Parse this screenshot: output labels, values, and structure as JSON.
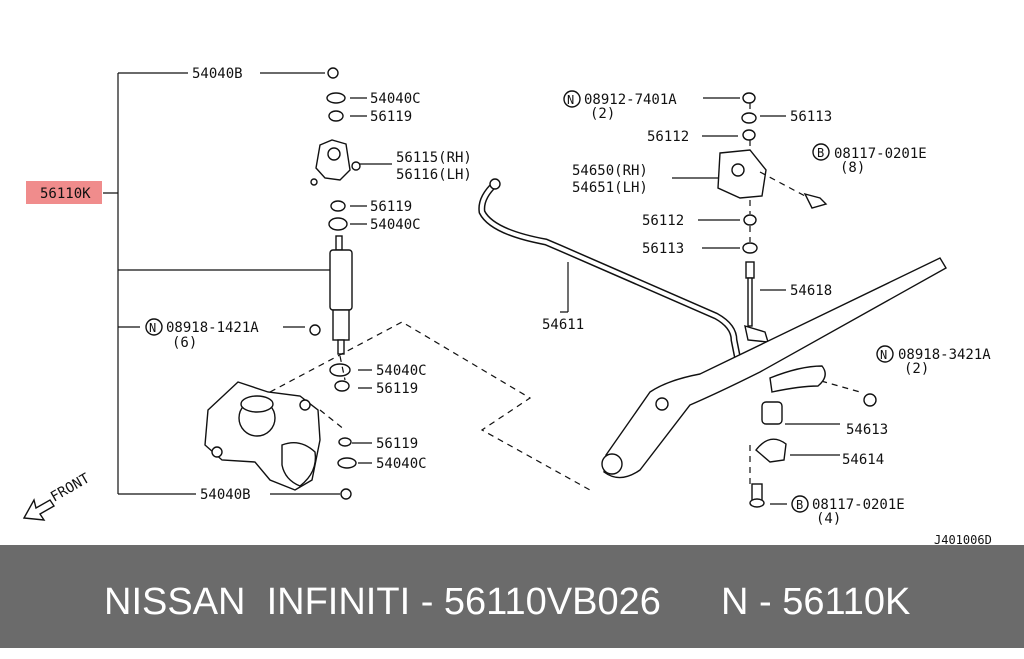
{
  "diagram": {
    "code": "J401006D",
    "front_label": "FRONT",
    "highlight_color": "#f08c8c",
    "callouts": {
      "p56110k": "56110K",
      "p54040b_top": "54040B",
      "p54040c_1": "54040C",
      "p56119_1": "56119",
      "p56115": "56115(RH)",
      "p56116": "56116(LH)",
      "p56119_2": "56119",
      "p54040c_2": "54040C",
      "p08918_1421": "08918-1421A",
      "p08918_1421_qty": "(6)",
      "p54040c_3": "54040C",
      "p56119_3": "56119",
      "p56119_4": "56119",
      "p54040c_4": "54040C",
      "p54040b_bot": "54040B",
      "p08912": "08912-7401A",
      "p08912_qty": "(2)",
      "p56113_1": "56113",
      "p56112_1": "56112",
      "p54650": "54650(RH)",
      "p54651": "54651(LH)",
      "p08117_top": "08117-0201E",
      "p08117_top_qty": "(8)",
      "p56112_2": "56112",
      "p56113_2": "56113",
      "p54618": "54618",
      "p54611": "54611",
      "p08918_3421": "08918-3421A",
      "p08918_3421_qty": "(2)",
      "p54613": "54613",
      "p54614": "54614",
      "p08117_bot": "08117-0201E",
      "p08117_bot_qty": "(4)"
    },
    "markers": {
      "n": "N",
      "b": "B"
    }
  },
  "footer": {
    "left": "NISSAN  INFINITI - 56110VB026",
    "right": "N - 56110K"
  }
}
